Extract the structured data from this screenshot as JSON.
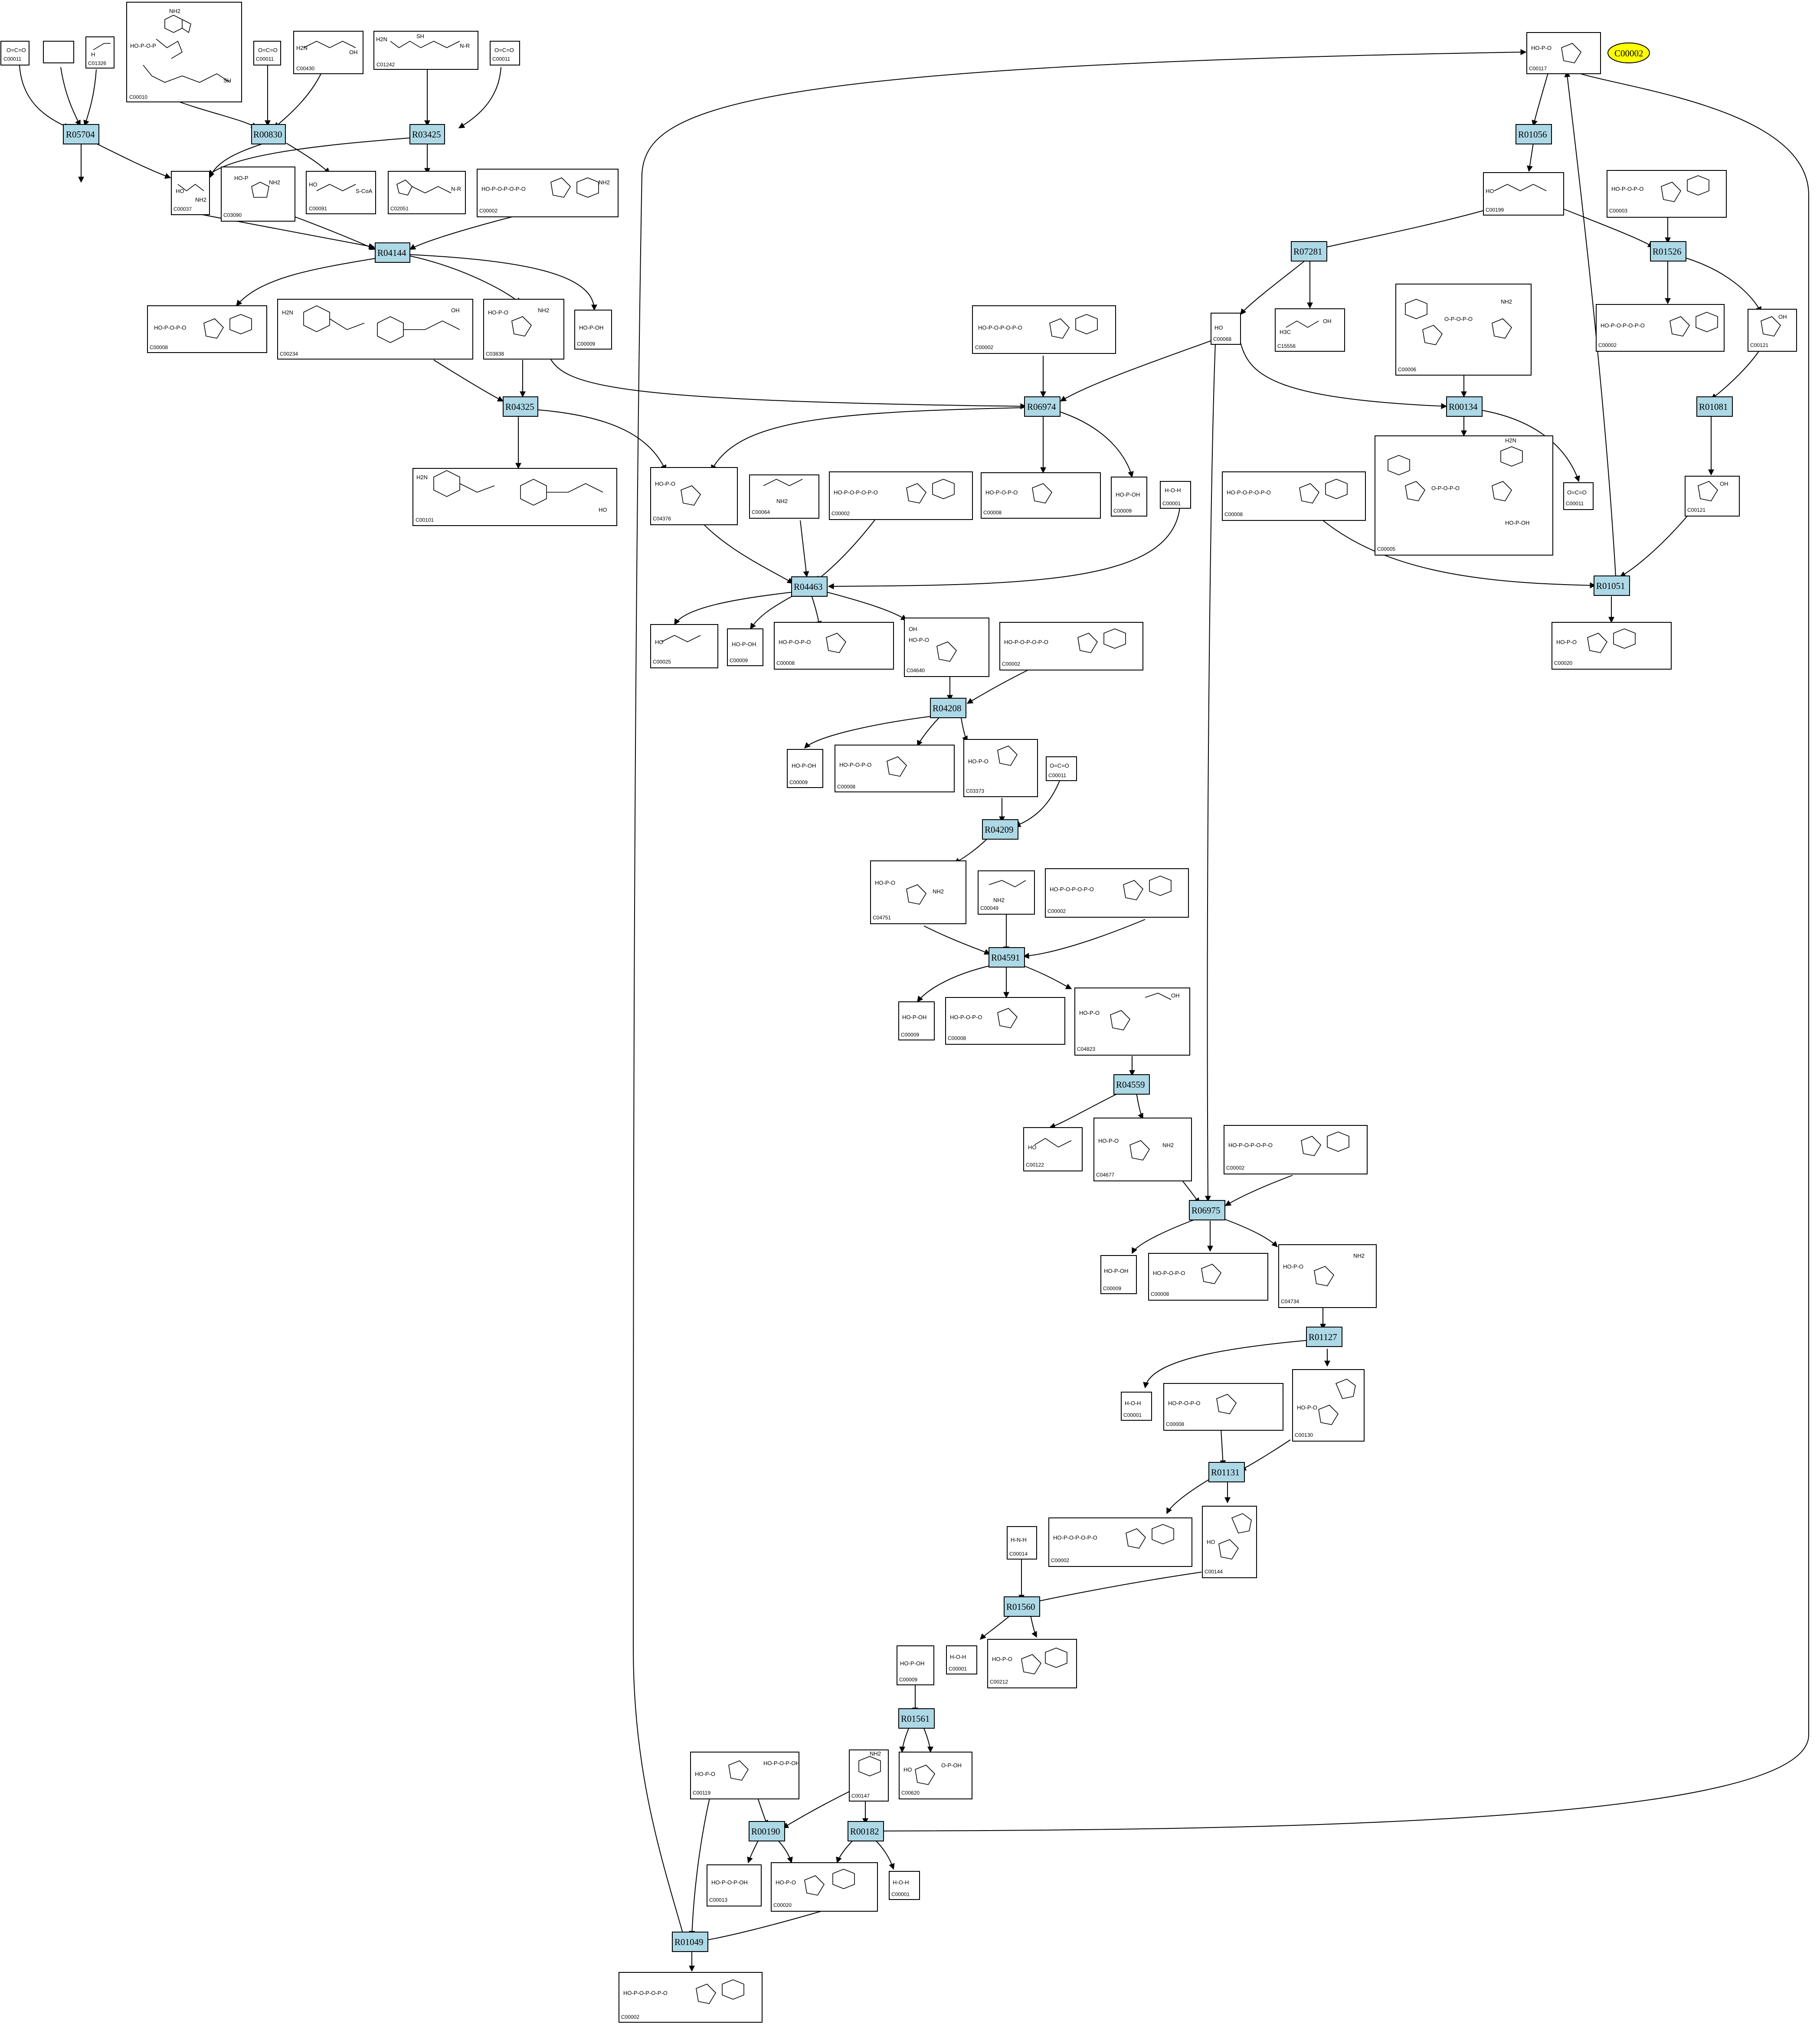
{
  "highlight": {
    "label": "C00002"
  },
  "reactions": [
    {
      "id": "R05704"
    },
    {
      "id": "R00830"
    },
    {
      "id": "R03425"
    },
    {
      "id": "R04144"
    },
    {
      "id": "R04325"
    },
    {
      "id": "R06974"
    },
    {
      "id": "R04463"
    },
    {
      "id": "R04208"
    },
    {
      "id": "R04209"
    },
    {
      "id": "R04591"
    },
    {
      "id": "R04559"
    },
    {
      "id": "R06975"
    },
    {
      "id": "R01127"
    },
    {
      "id": "R01131"
    },
    {
      "id": "R01560"
    },
    {
      "id": "R01561"
    },
    {
      "id": "R00190"
    },
    {
      "id": "R00182"
    },
    {
      "id": "R01049"
    },
    {
      "id": "R01056"
    },
    {
      "id": "R07281"
    },
    {
      "id": "R01526"
    },
    {
      "id": "R00134"
    },
    {
      "id": "R01081"
    },
    {
      "id": "R01051"
    }
  ],
  "compounds": [
    {
      "id": "C00011"
    },
    {
      "id": ""
    },
    {
      "id": "C01326"
    },
    {
      "id": "C00010"
    },
    {
      "id": "C00011"
    },
    {
      "id": "C00430"
    },
    {
      "id": "C01242"
    },
    {
      "id": "C00011"
    },
    {
      "id": "C00037"
    },
    {
      "id": "C03090"
    },
    {
      "id": "C00091"
    },
    {
      "id": "C02051"
    },
    {
      "id": "C00002"
    },
    {
      "id": "C00008"
    },
    {
      "id": "C00234"
    },
    {
      "id": "C03838"
    },
    {
      "id": "C00009"
    },
    {
      "id": "C00101"
    },
    {
      "id": "C00002"
    },
    {
      "id": "C04376"
    },
    {
      "id": "C00064"
    },
    {
      "id": "C00002"
    },
    {
      "id": "C00008"
    },
    {
      "id": "C00009"
    },
    {
      "id": "C00001"
    },
    {
      "id": "C00025"
    },
    {
      "id": "C00009"
    },
    {
      "id": "C00008"
    },
    {
      "id": "C04640"
    },
    {
      "id": "C00002"
    },
    {
      "id": "C00009"
    },
    {
      "id": "C00008"
    },
    {
      "id": "C03373"
    },
    {
      "id": "C00011"
    },
    {
      "id": "C04751"
    },
    {
      "id": "C00049"
    },
    {
      "id": "C00002"
    },
    {
      "id": "C00009"
    },
    {
      "id": "C00008"
    },
    {
      "id": "C04823"
    },
    {
      "id": "C00122"
    },
    {
      "id": "C04677"
    },
    {
      "id": "C00002"
    },
    {
      "id": "C00009"
    },
    {
      "id": "C00008"
    },
    {
      "id": "C04734"
    },
    {
      "id": "C00001"
    },
    {
      "id": "C00008"
    },
    {
      "id": "C00130"
    },
    {
      "id": "C00002"
    },
    {
      "id": "C00144"
    },
    {
      "id": "C00014"
    },
    {
      "id": "C00001"
    },
    {
      "id": "C00212"
    },
    {
      "id": "C00009"
    },
    {
      "id": "C00119"
    },
    {
      "id": "C00147"
    },
    {
      "id": "C00620"
    },
    {
      "id": "C00013"
    },
    {
      "id": "C00020"
    },
    {
      "id": "C00001"
    },
    {
      "id": "C00002"
    },
    {
      "id": "C00117"
    },
    {
      "id": "C00199"
    },
    {
      "id": "C00003"
    },
    {
      "id": "C15556"
    },
    {
      "id": "C00068"
    },
    {
      "id": "C00006"
    },
    {
      "id": "C00002"
    },
    {
      "id": "C00005"
    },
    {
      "id": "C00011"
    },
    {
      "id": "C00008"
    },
    {
      "id": "C00020"
    },
    {
      "id": "C00121"
    },
    {
      "id": "C00002"
    },
    {
      "id": "C00008"
    }
  ]
}
